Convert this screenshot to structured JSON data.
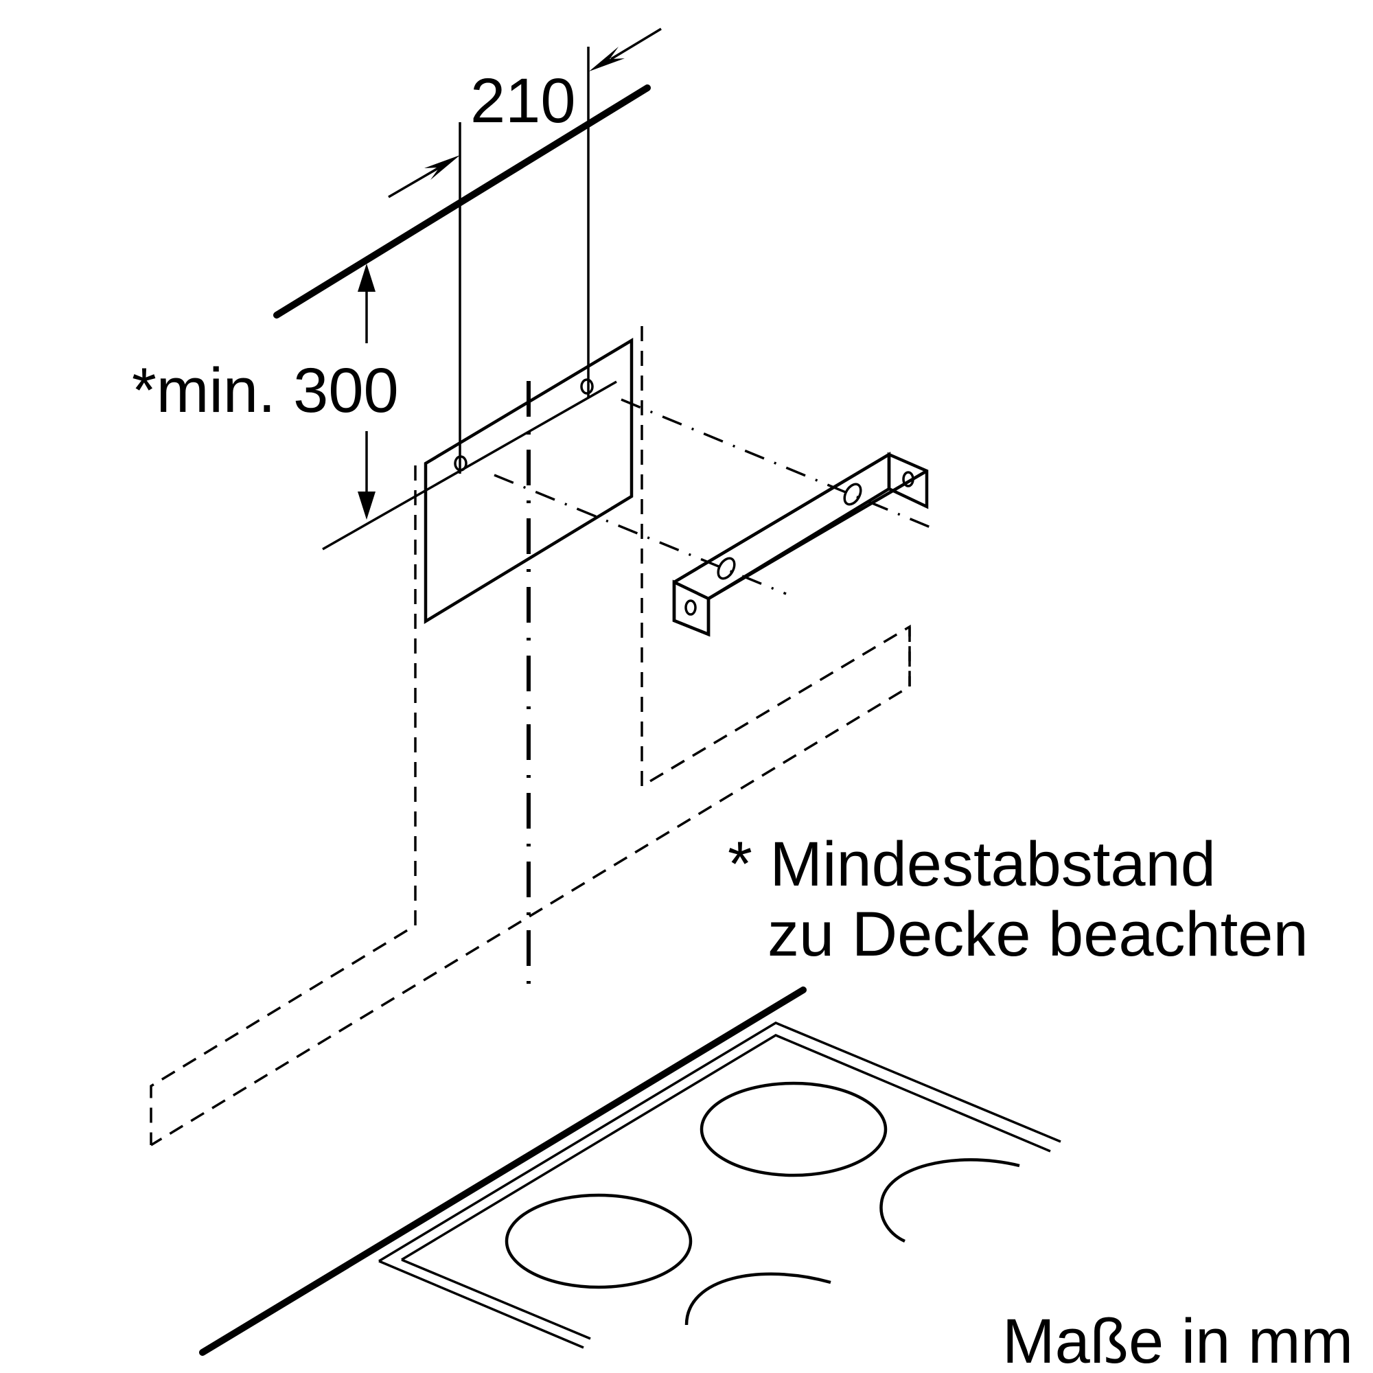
{
  "dimensions": {
    "width_label": "210",
    "min_height_label": "*min. 300"
  },
  "notes": {
    "line1": "* Mindestabstand",
    "line2": "zu Decke beachten"
  },
  "units_label": "Maße in mm",
  "colors": {
    "line": "#000000",
    "background": "#ffffff"
  }
}
